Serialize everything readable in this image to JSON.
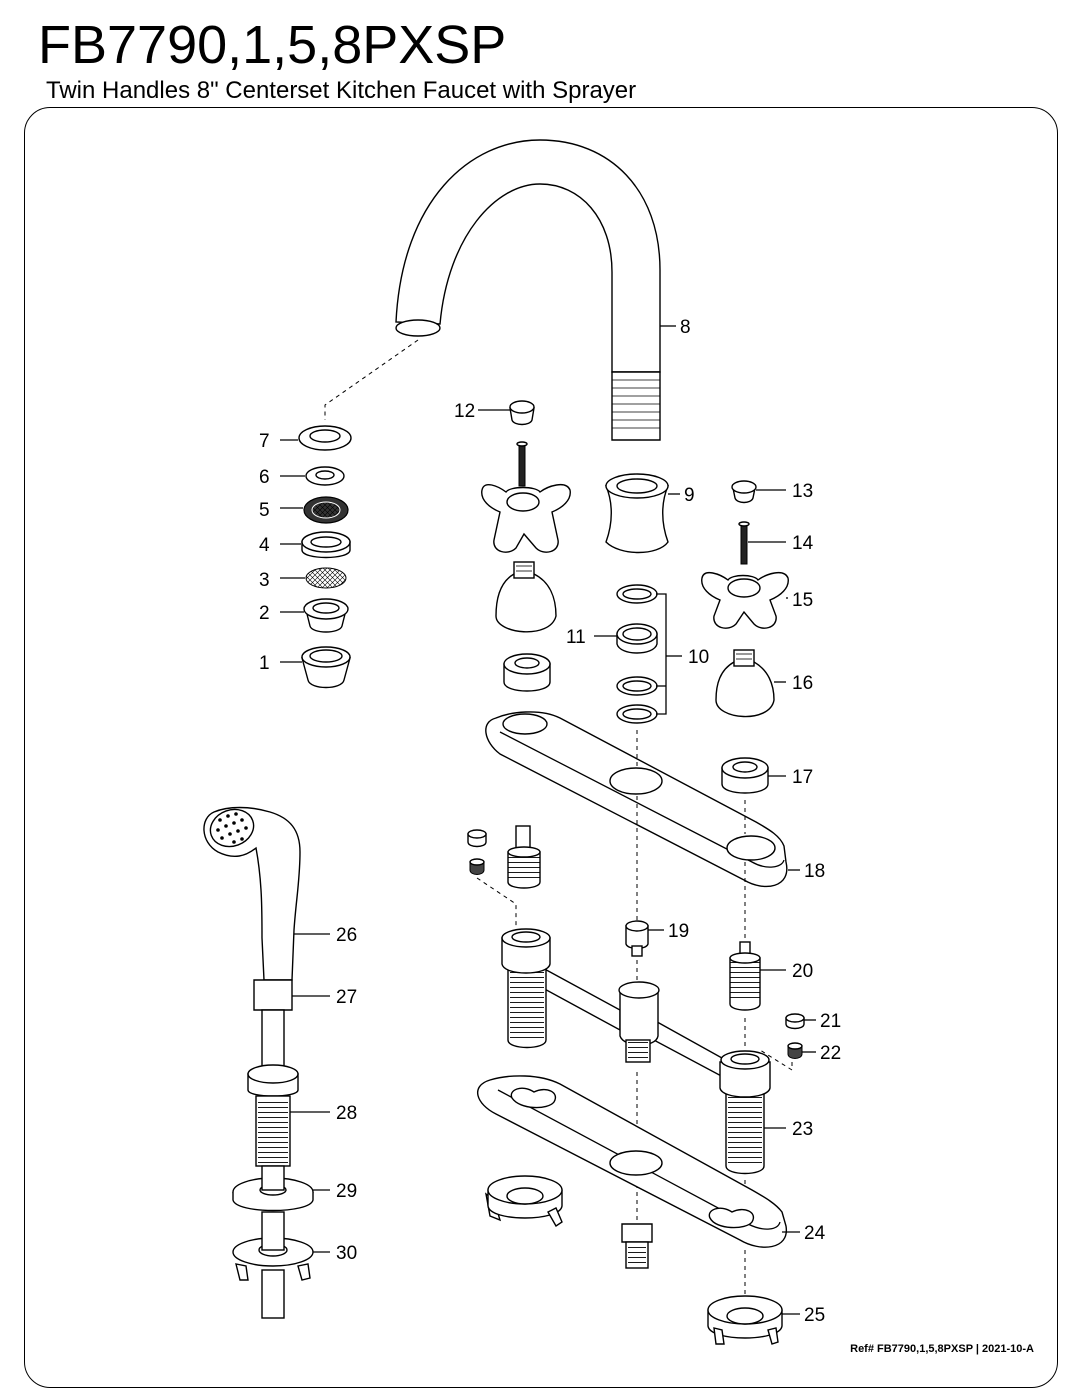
{
  "header": {
    "model": "FB7790,1,5,8PXSP",
    "description": "Twin Handles 8\" Centerset Kitchen Faucet with Sprayer"
  },
  "footer": {
    "reference": "Ref# FB7790,1,5,8PXSP | 2021-10-A"
  },
  "callouts": [
    "1",
    "2",
    "3",
    "4",
    "5",
    "6",
    "7",
    "8",
    "9",
    "10",
    "11",
    "12",
    "13",
    "14",
    "15",
    "16",
    "17",
    "18",
    "19",
    "20",
    "21",
    "22",
    "23",
    "24",
    "25",
    "26",
    "27",
    "28",
    "29",
    "30"
  ]
}
